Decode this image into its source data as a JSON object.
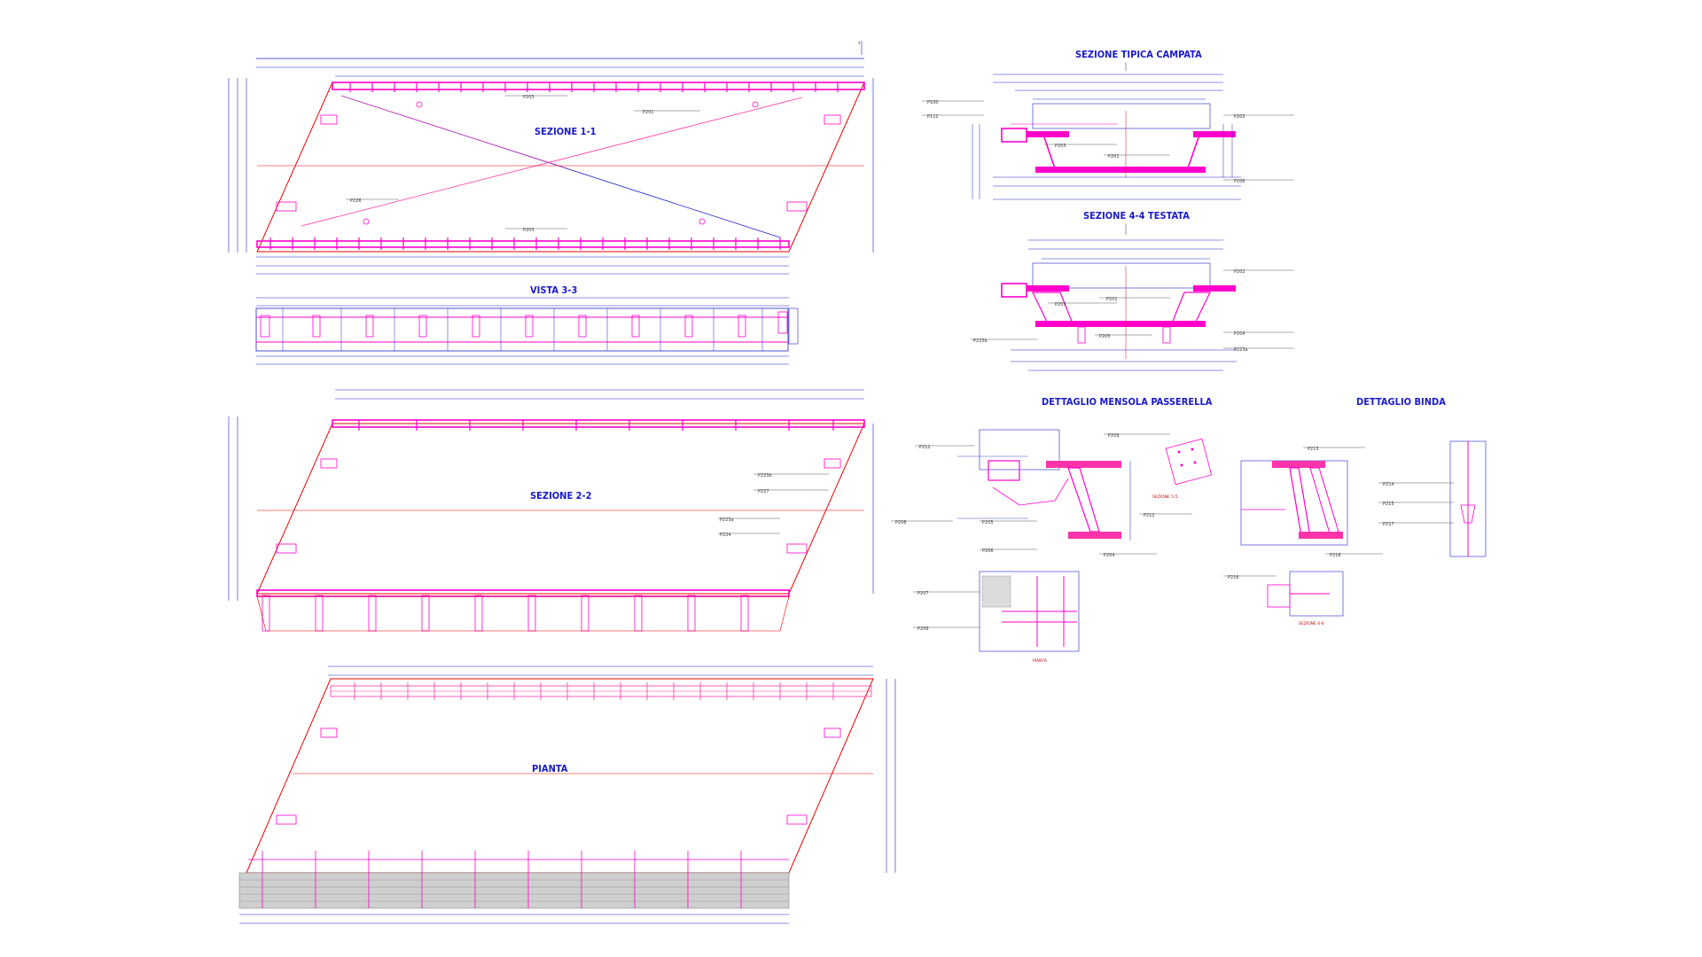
{
  "titles": {
    "sezione_1_1": "SEZIONE 1-1",
    "vista_3_3": "VISTA 3-3",
    "sezione_2_2": "SEZIONE 2-2",
    "pianta": "PIANTA",
    "sezione_tipica": "SEZIONE TIPICA CAMPATA",
    "sezione_4_4": "SEZIONE 4-4 TESTATA",
    "dettaglio_mensola": "DETTAGLIO MENSOLA PASSERELLA",
    "dettaglio_binda": "DETTAGLIO BINDA"
  },
  "labels": {
    "s11_p203_top": "P203",
    "s11_p201": "P201",
    "s11_p226": "P226",
    "s11_p203_bot": "P203",
    "s22_p223b": "P223b",
    "s22_p227": "P227",
    "s22_p223a": "P223a",
    "s22_p224": "P224",
    "stc_p100": "P100",
    "stc_p112": "P112",
    "stc_p202": "P202",
    "stc_p203": "P203",
    "stc_p201": "P201",
    "stc_p206": "P206",
    "s44_p202": "P202",
    "s44_p203": "P203",
    "s44_p201": "P201",
    "s44_p204": "P204",
    "s44_p223b": "P223b",
    "s44_p205": "P205",
    "s44_p223a": "P223a",
    "dm_p212": "P212",
    "dm_p209": "P209",
    "dm_p211": "P211",
    "dm_p208": "P208",
    "dm_p205": "P205",
    "dm_p206": "P206",
    "dm_p204": "P204",
    "dm_p207": "P207",
    "dm_p209b": "P209",
    "db_p213": "P213",
    "db_p214": "P214",
    "db_p215": "P215",
    "db_p217": "P217",
    "db_p218": "P218",
    "db_p216": "P216",
    "pianta_label": "PIANTA",
    "sez5_5": "SEZIONE 5-5",
    "sez6_6": "SEZIONE 6-6"
  },
  "colors": {
    "magenta": "#ff00cc",
    "pink": "#ff33aa",
    "red": "#ee0000",
    "blue": "#2222cc",
    "title_blue": "#1a1acc",
    "purple": "#7a2acc",
    "grey": "#888888"
  }
}
